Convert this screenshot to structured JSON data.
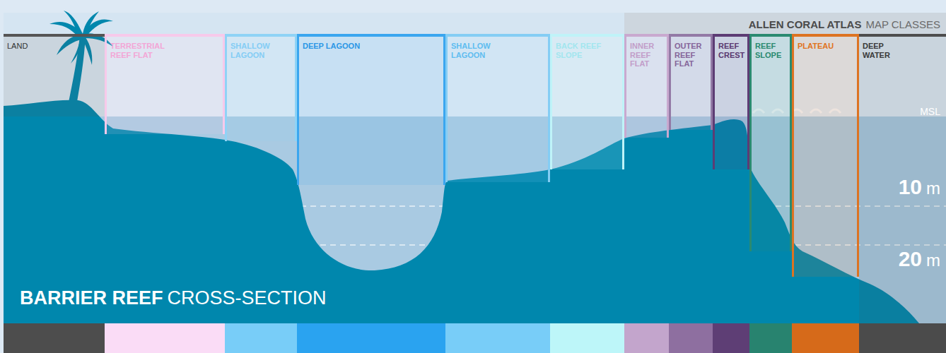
{
  "diagram": {
    "nodes": [
      {
        "text": [
          "LAND"
        ]
      },
      {
        "text": [
          "TERRESTRIAL REEF FLAT"
        ]
      },
      {
        "text": [
          "SHALLOW LAGOON"
        ]
      },
      {
        "text": [
          "DEEP LAGOON"
        ]
      },
      {
        "text": [
          "SHALLOW LAGOON"
        ]
      },
      {
        "text": [
          "BACK REEF SLOPE"
        ]
      },
      {
        "text": [
          "INNER REEF FLAT"
        ]
      },
      {
        "text": [
          "OUTER REEF FLAT"
        ]
      },
      {
        "text": [
          "REEF CREST"
        ]
      },
      {
        "text": [
          "REEF SLOPE"
        ]
      },
      {
        "text": [
          "PLATEAU"
        ]
      },
      {
        "text": [
          "DEEP WATER"
        ]
      }
    ],
    "labels": [
      "ALLEN CORAL ATLAS",
      "MAP CLASSES",
      "MSL",
      "10",
      "m",
      "20",
      "m",
      "BARRIER REEF",
      "CROSS-SECTION"
    ]
  }
}
